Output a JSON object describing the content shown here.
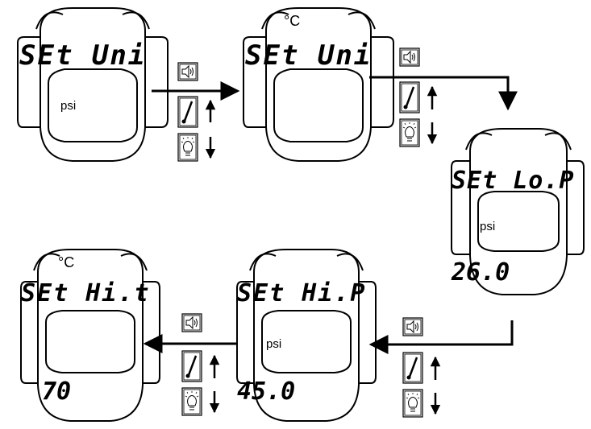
{
  "colors": {
    "ink": "#000000",
    "background": "#ffffff",
    "icon_frame_fill": "#e8e8e8"
  },
  "icons": {
    "speaker": "speaker-icon",
    "thermometer": "thermometer-icon",
    "bulb": "bulb-icon",
    "arrow_up": "arrow-up-icon",
    "arrow_down": "arrow-down-icon"
  },
  "screens": [
    {
      "id": "set-unit-psi",
      "text": "SEt Uni",
      "unit": "psi",
      "celsius": "",
      "value": ""
    },
    {
      "id": "set-unit-celsius",
      "text": "SEt Uni",
      "unit": "",
      "celsius": "°C",
      "value": ""
    },
    {
      "id": "set-low-pressure",
      "text": "SEt Lo.P",
      "unit": "psi",
      "celsius": "",
      "value": "26.0"
    },
    {
      "id": "set-high-pressure",
      "text": "SEt Hi.P",
      "unit": "psi",
      "celsius": "",
      "value": "45.0"
    },
    {
      "id": "set-high-temp",
      "text": "SEt Hi.t",
      "unit": "",
      "celsius": "°C",
      "value": "70"
    }
  ]
}
